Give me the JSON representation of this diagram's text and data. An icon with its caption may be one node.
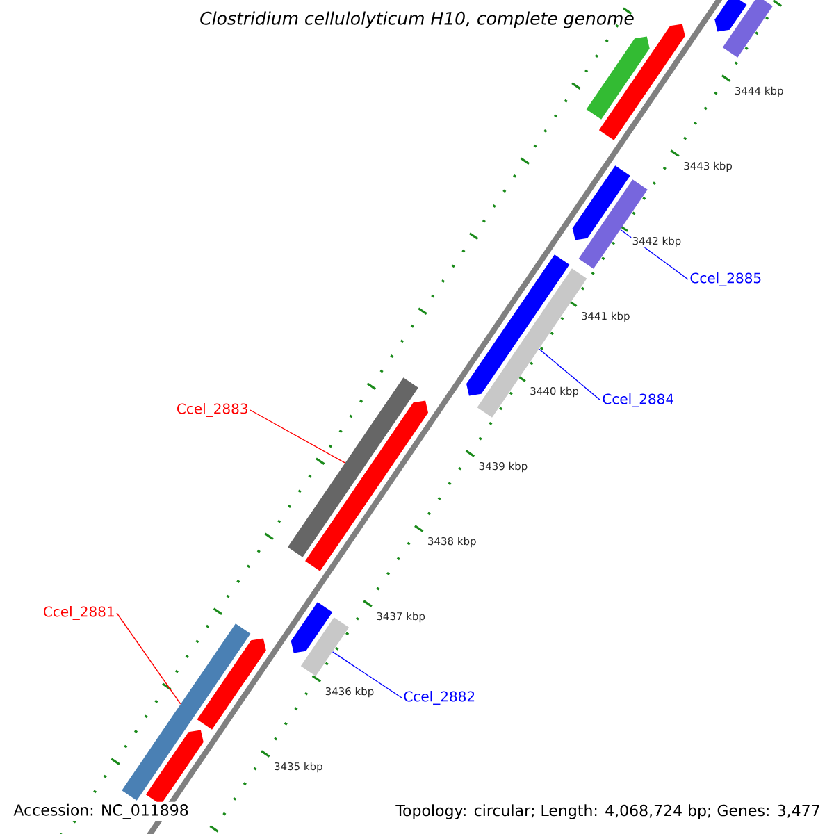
{
  "diagram": {
    "title": "*Clostridium cellulolyticum* H10, complete genome",
    "nodes": [
      {
        "text": [
          "Ccel_2885"
        ]
      },
      {
        "text": [
          "Ccel_2884"
        ]
      },
      {
        "text": [
          "Ccel_2883"
        ]
      },
      {
        "text": [
          "Ccel_2881"
        ]
      },
      {
        "text": [
          "Ccel_2882"
        ]
      },
      {
        "text": [],
        "shape": "arrow"
      },
      {
        "text": [],
        "shape": "bar"
      },
      {
        "text": [],
        "shape": "arrow"
      },
      {
        "text": [],
        "shape": "arrow"
      },
      {
        "text": [],
        "shape": "arrow"
      },
      {
        "text": [],
        "shape": "bar"
      },
      {
        "text": [],
        "shape": "arrow"
      },
      {
        "text": [],
        "shape": "bar"
      },
      {
        "text": [],
        "shape": "bar"
      },
      {
        "text": [],
        "shape": "arrow"
      },
      {
        "text": [],
        "shape": "arrow"
      },
      {
        "text": [],
        "shape": "bar"
      },
      {
        "text": [],
        "shape": "arrow"
      },
      {
        "text": [],
        "shape": "bar"
      },
      {
        "text": [],
        "shape": "arrow"
      }
    ],
    "edges": [
      {
        "from": 0,
        "to": 10,
        "arrow": "none",
        "color": "#0000ff"
      },
      {
        "from": 1,
        "to": 12,
        "arrow": "none",
        "color": "#0000ff"
      },
      {
        "from": 2,
        "to": 13,
        "arrow": "none",
        "color": "#ff0000"
      },
      {
        "from": 3,
        "to": 18,
        "arrow": "none",
        "color": "#ff0000"
      },
      {
        "from": 4,
        "to": 16,
        "arrow": "none",
        "color": "#0000ff"
      }
    ],
    "labels": [
      "3444 kbp",
      "3443 kbp",
      "3442 kbp",
      "3441 kbp",
      "3440 kbp",
      "3439 kbp",
      "3438 kbp",
      "3437 kbp",
      "3436 kbp",
      "3435 kbp",
      "Accession: NC_011898",
      "Topology: circular; Length: 4,068,724 bp; Genes: 3,477"
    ]
  }
}
